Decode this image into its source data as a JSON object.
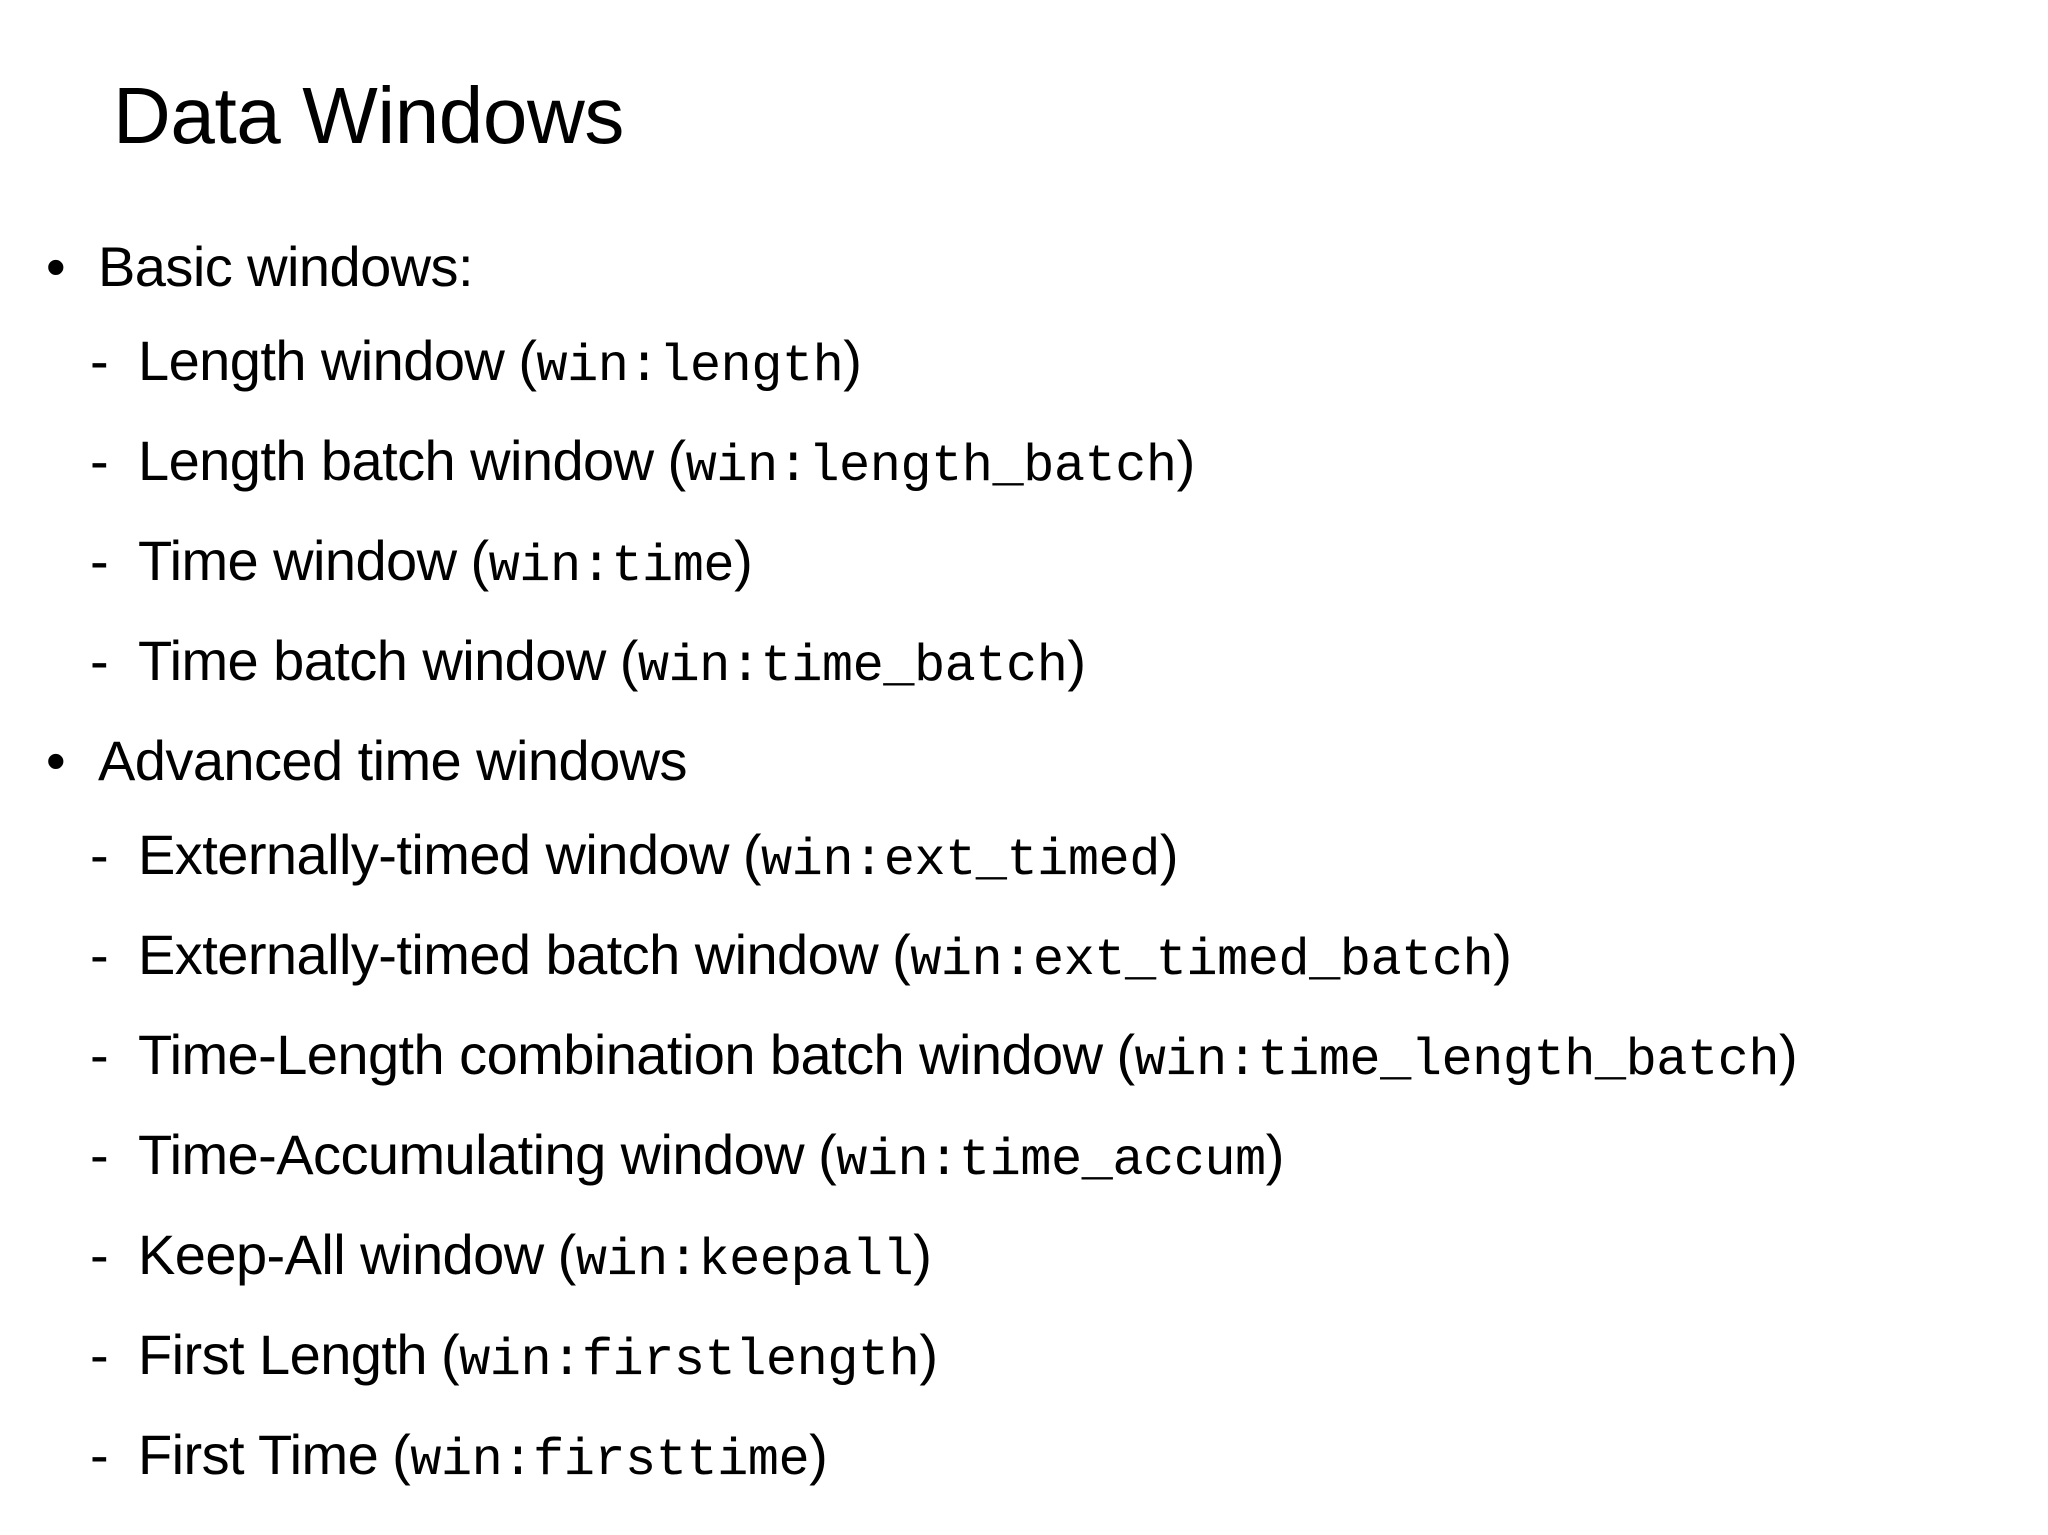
{
  "slide": {
    "title": "Data Windows",
    "background_color": "#ffffff",
    "text_color": "#000000",
    "markers": {
      "level1": "•",
      "level2": "-"
    },
    "punctuation": {
      "open": "(",
      "close": ")"
    },
    "bullets": [
      {
        "label": "Basic windows:",
        "children": [
          {
            "label": "Length window",
            "code": "win:length"
          },
          {
            "label": "Length batch window",
            "code": "win:length_batch"
          },
          {
            "label": "Time window",
            "code": "win:time"
          },
          {
            "label": "Time batch window",
            "code": "win:time_batch"
          }
        ]
      },
      {
        "label": "Advanced time windows",
        "children": [
          {
            "label": "Externally-timed window",
            "code": "win:ext_timed"
          },
          {
            "label": "Externally-timed batch window",
            "code": "win:ext_timed_batch"
          },
          {
            "label": "Time-Length combination batch window",
            "code": "win:time_length_batch"
          },
          {
            "label": "Time-Accumulating window",
            "code": "win:time_accum"
          },
          {
            "label": "Keep-All window",
            "code": "win:keepall"
          },
          {
            "label": "First Length",
            "code": "win:firstlength"
          },
          {
            "label": "First Time",
            "code": "win:firsttime"
          }
        ]
      }
    ]
  }
}
